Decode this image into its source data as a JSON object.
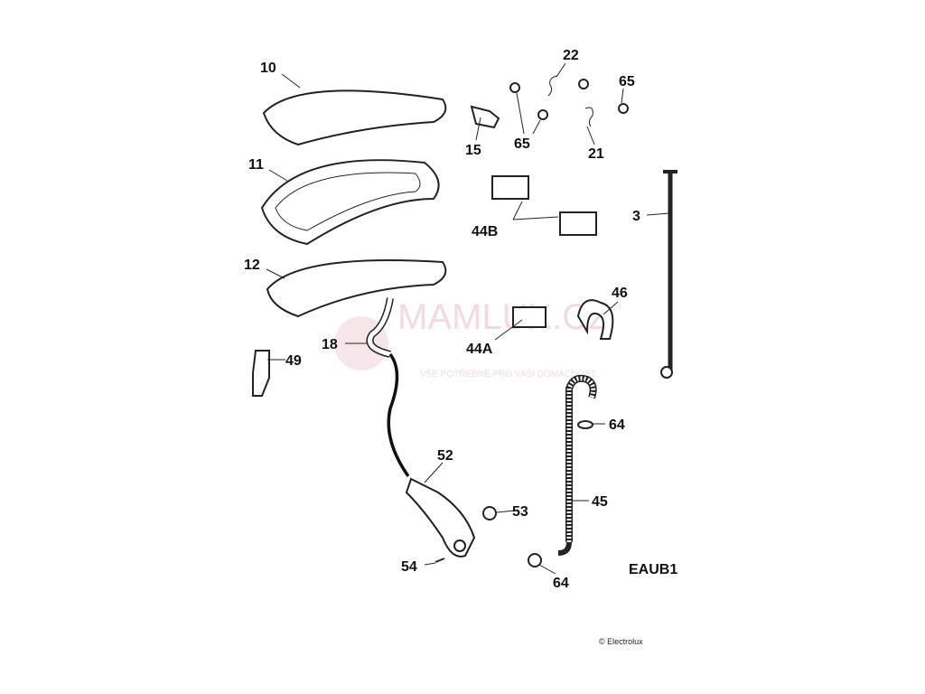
{
  "diagram": {
    "code": "EAUB1",
    "copyright": "© Electrolux",
    "watermark": {
      "brand": "MAMLUX.CZ",
      "tagline": "VŠE POTŘEBNÉ PRO VAŠI DOMÁCNOST"
    },
    "labels": {
      "p10": "10",
      "p11": "11",
      "p12": "12",
      "p22": "22",
      "p65a": "65",
      "p65b": "65",
      "p15": "15",
      "p21": "21",
      "p3": "3",
      "p44b": "44B",
      "p46": "46",
      "p44a": "44A",
      "p18": "18",
      "p49": "49",
      "p64a": "64",
      "p52": "52",
      "p53": "53",
      "p45": "45",
      "p54": "54",
      "p64b": "64"
    }
  }
}
